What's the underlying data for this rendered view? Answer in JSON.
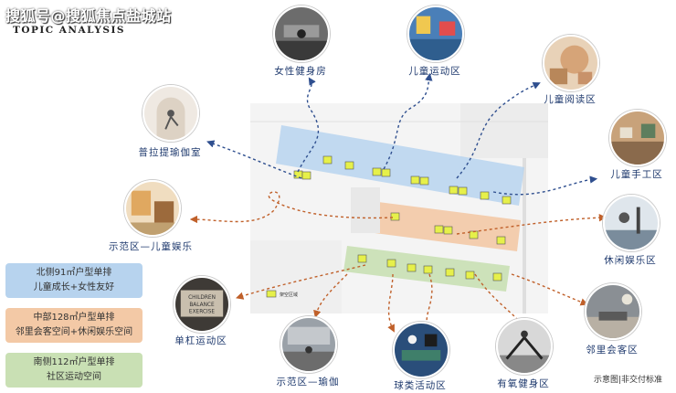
{
  "watermark": "搜狐号@搜狐焦点盐城站",
  "topic": "TOPIC ANALYSIS",
  "legend": {
    "label": "架空区域"
  },
  "note": "示意图|非交付标准",
  "colors": {
    "north": "#b7d3ee",
    "middle": "#f3c9a6",
    "south": "#c9e0b4",
    "marker": "#e6f04a",
    "arrow_blue": "#2f4f8f",
    "arrow_orange": "#c0602a"
  },
  "boxes": [
    {
      "line1": "北侧91㎡户型单排",
      "line2": "儿童成长+女性友好",
      "bg": "#b7d3ee"
    },
    {
      "line1": "中部128㎡户型单排",
      "line2": "邻里会客空间+休闲娱乐空间",
      "bg": "#f3c9a6"
    },
    {
      "line1": "南侧112㎡户型单排",
      "line2": "社区运动空间",
      "bg": "#c9e0b4"
    }
  ],
  "spots": [
    {
      "label": "女性健身房",
      "icon": "gym-photo-icon"
    },
    {
      "label": "儿童运动区",
      "icon": "kids-sports-photo-icon"
    },
    {
      "label": "儿童阅读区",
      "icon": "kids-reading-photo-icon"
    },
    {
      "label": "普拉提瑜伽室",
      "icon": "yoga-photo-icon"
    },
    {
      "label": "儿童手工区",
      "icon": "kids-craft-photo-icon"
    },
    {
      "label": "示范区—儿童娱乐",
      "icon": "kids-play-photo-icon"
    },
    {
      "label": "休闲娱乐区",
      "icon": "leisure-photo-icon"
    },
    {
      "label": "单杠运动区",
      "icon": "bar-sports-photo-icon"
    },
    {
      "label": "邻里会客区",
      "icon": "lounge-photo-icon"
    },
    {
      "label": "示范区—瑜伽",
      "icon": "demo-yoga-photo-icon"
    },
    {
      "label": "球类活动区",
      "icon": "ball-games-photo-icon"
    },
    {
      "label": "有氧健身区",
      "icon": "cardio-photo-icon"
    }
  ]
}
